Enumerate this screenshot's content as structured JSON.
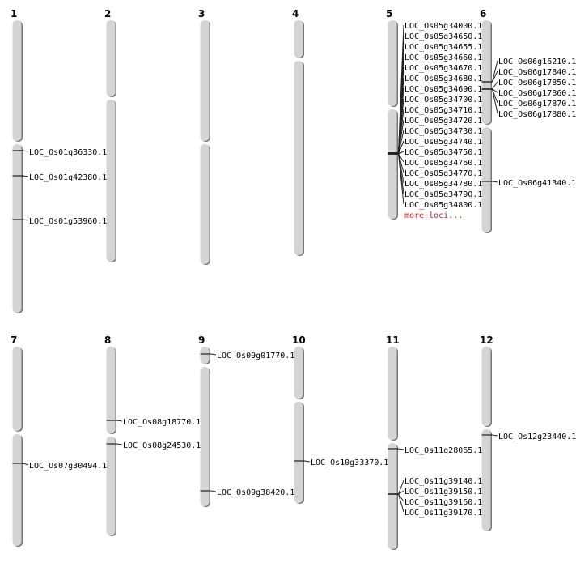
{
  "chromosomes": [
    {
      "name": "1",
      "loci": [
        "LOC_Os01g36330.1",
        "LOC_Os01g42380.1",
        "LOC_Os01g53960.1"
      ]
    },
    {
      "name": "2",
      "loci": []
    },
    {
      "name": "3",
      "loci": []
    },
    {
      "name": "4",
      "loci": []
    },
    {
      "name": "5",
      "loci": [
        "LOC_Os05g34000.1",
        "LOC_Os05g34650.1",
        "LOC_Os05g34655.1",
        "LOC_Os05g34660.1",
        "LOC_Os05g34670.1",
        "LOC_Os05g34680.1",
        "LOC_Os05g34690.1",
        "LOC_Os05g34700.1",
        "LOC_Os05g34710.1",
        "LOC_Os05g34720.1",
        "LOC_Os05g34730.1",
        "LOC_Os05g34740.1",
        "LOC_Os05g34750.1",
        "LOC_Os05g34760.1",
        "LOC_Os05g34770.1",
        "LOC_Os05g34780.1",
        "LOC_Os05g34790.1",
        "LOC_Os05g34800.1"
      ],
      "more": "more loci..."
    },
    {
      "name": "6",
      "loci": [
        "LOC_Os06g16210.1",
        "LOC_Os06g17840.1",
        "LOC_Os06g17850.1",
        "LOC_Os06g17860.1",
        "LOC_Os06g17870.1",
        "LOC_Os06g17880.1",
        "LOC_Os06g41340.1"
      ]
    },
    {
      "name": "7",
      "loci": [
        "LOC_Os07g30494.1"
      ]
    },
    {
      "name": "8",
      "loci": [
        "LOC_Os08g18770.1",
        "LOC_Os08g24530.1"
      ]
    },
    {
      "name": "9",
      "loci": [
        "LOC_Os09g01770.1",
        "LOC_Os09g38420.1"
      ]
    },
    {
      "name": "10",
      "loci": [
        "LOC_Os10g33370.1"
      ]
    },
    {
      "name": "11",
      "loci": [
        "LOC_Os11g28065.1",
        "LOC_Os11g39140.1",
        "LOC_Os11g39150.1",
        "LOC_Os11g39160.1",
        "LOC_Os11g39170.1"
      ]
    },
    {
      "name": "12",
      "loci": [
        "LOC_Os12g23440.1"
      ]
    }
  ],
  "colors": {
    "chromosome": "#d4d4d4",
    "more": "#d02020"
  }
}
